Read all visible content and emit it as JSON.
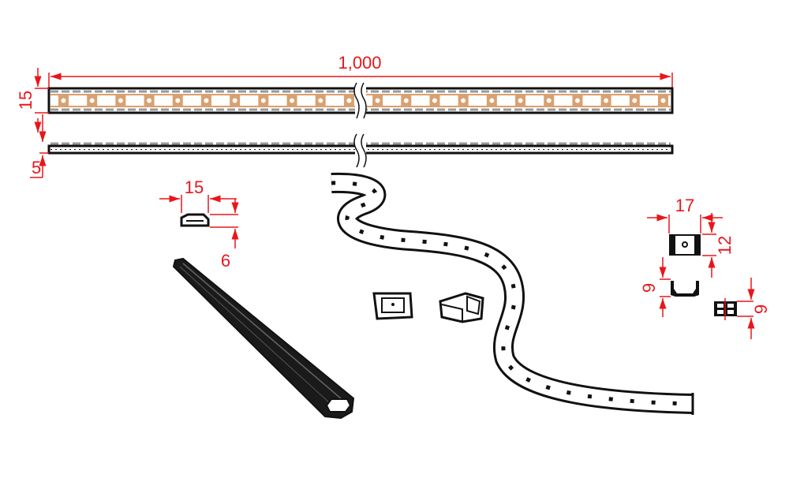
{
  "colors": {
    "dimension": "#e8161b",
    "outline": "#111111",
    "led": "#d9a070",
    "pad": "#999999"
  },
  "dimensions": {
    "strip_length": "1,000",
    "strip_width": "15",
    "strip_thickness": "5",
    "profile_width": "15",
    "profile_height": "6",
    "clip_width": "17",
    "clip_depth": "12",
    "clip_side_height": "9",
    "end_cap_height": "9"
  },
  "strip": {
    "led_count_visible": 22
  }
}
